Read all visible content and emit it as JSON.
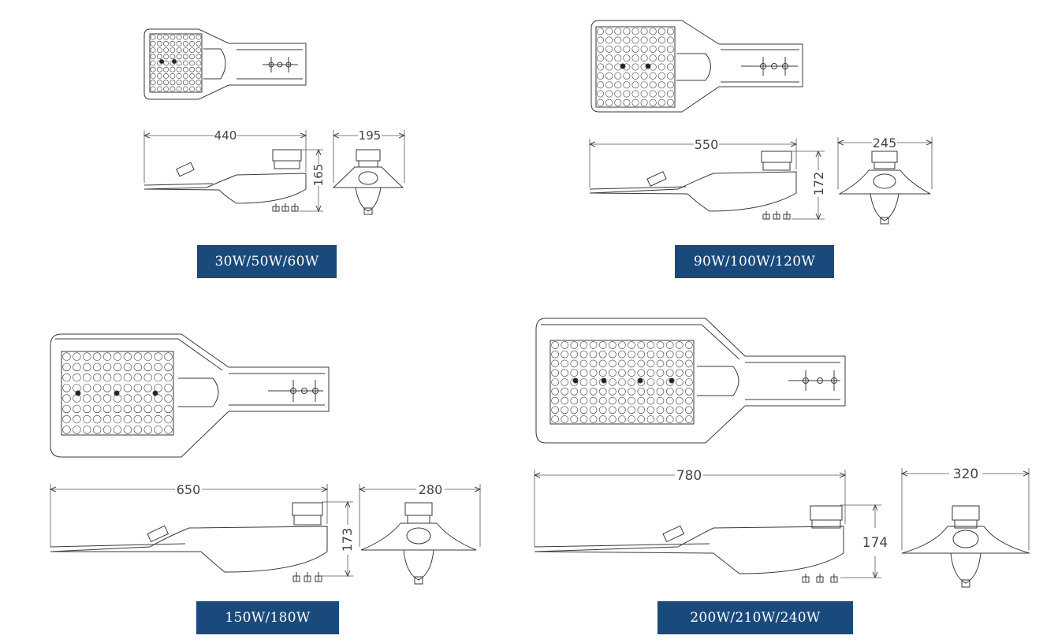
{
  "colors": {
    "label_bg": "#1a4a7c",
    "label_text": "#ffffff",
    "line": "#3a3a3a"
  },
  "models": [
    {
      "label": "30W/50W/60W",
      "length": "440",
      "height": "165",
      "width": "195"
    },
    {
      "label": "90W/100W/120W",
      "length": "550",
      "height": "172",
      "width": "245"
    },
    {
      "label": "150W/180W",
      "length": "650",
      "height": "173",
      "width": "280"
    },
    {
      "label": "200W/210W/240W",
      "length": "780",
      "height": "174",
      "width": "320"
    }
  ]
}
